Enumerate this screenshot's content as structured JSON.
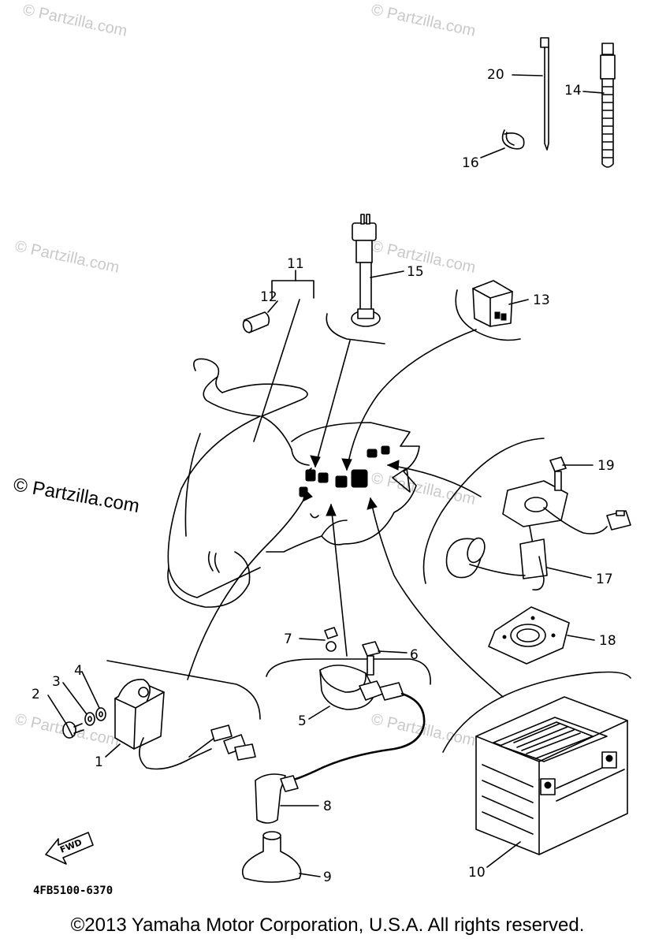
{
  "watermarks": {
    "faint": "© Partzilla.com",
    "main": "© Partzilla.com"
  },
  "callouts": {
    "c1": "1",
    "c2": "2",
    "c3": "3",
    "c4": "4",
    "c5": "5",
    "c6": "6",
    "c7": "7",
    "c8": "8",
    "c9": "9",
    "c10": "10",
    "c11": "11",
    "c12": "12",
    "c13": "13",
    "c14": "14",
    "c15": "15",
    "c16": "16",
    "c17": "17",
    "c18": "18",
    "c19": "19",
    "c20": "20"
  },
  "fwd_label": "FWD",
  "reference_code": "4FB5100-6370",
  "copyright": "©2013  Yamaha Motor Corporation, U.S.A. All rights reserved."
}
